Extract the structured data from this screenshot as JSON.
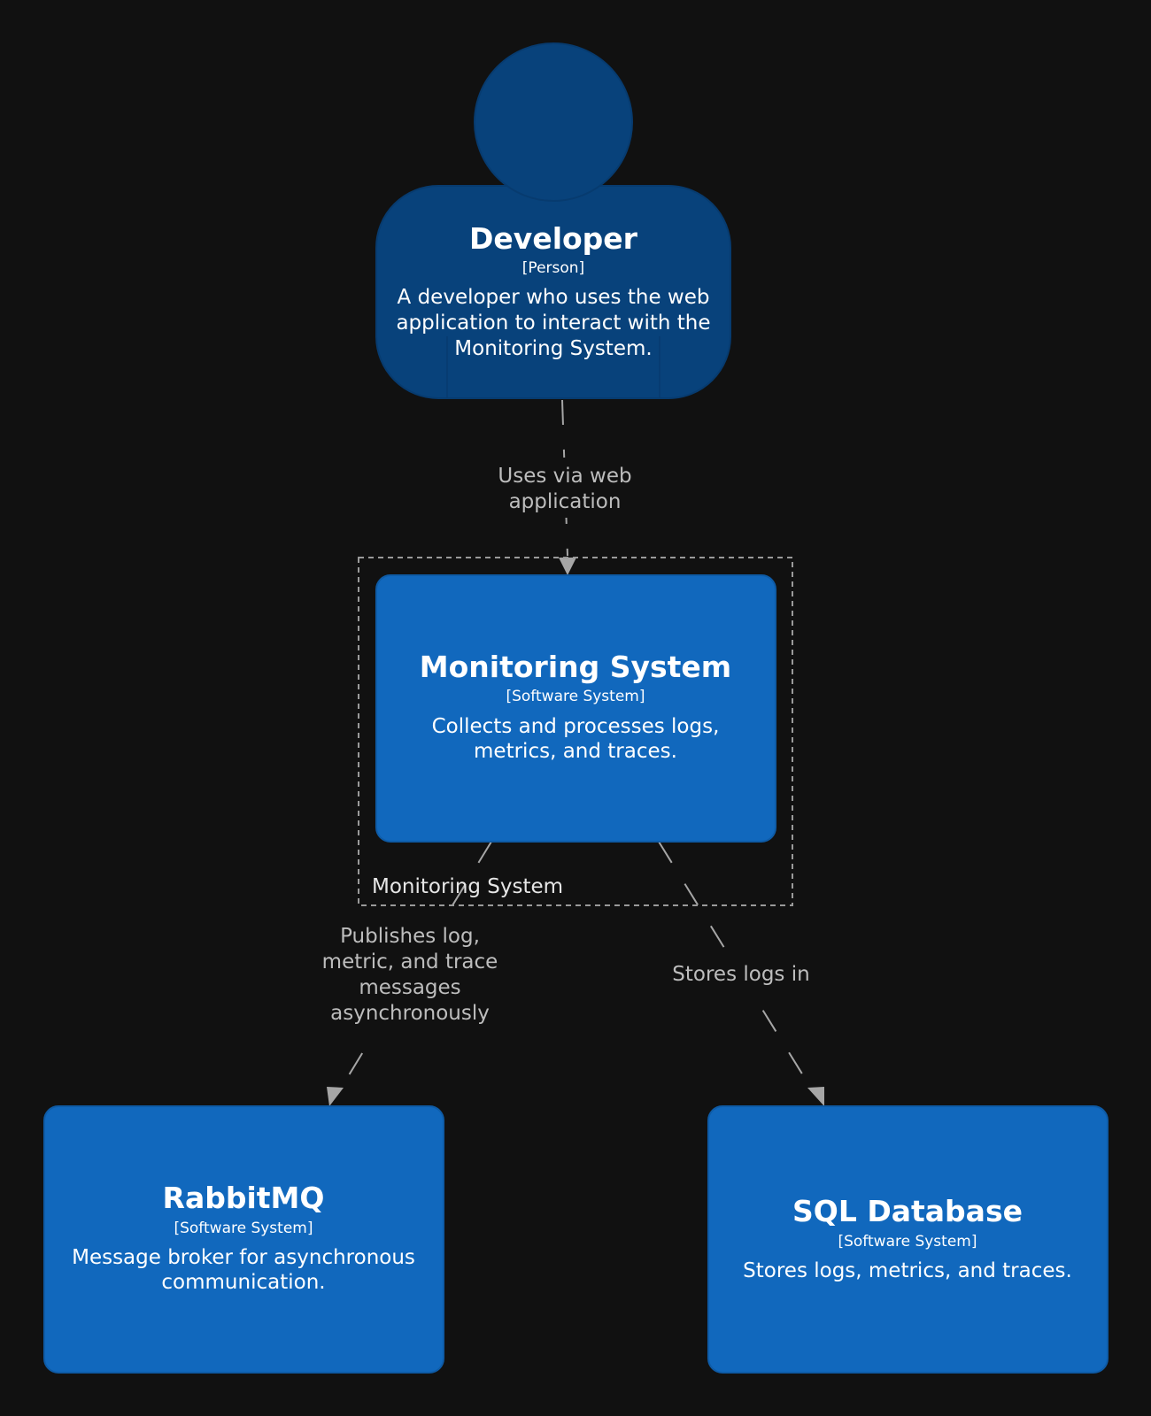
{
  "colors": {
    "background": "#111111",
    "person": "#08427b",
    "person_stroke": "#073b6f",
    "system": "#1168bd",
    "system_stroke": "#0e5ba6",
    "edge": "#a6a6a6",
    "edge_label": "#bdbdbd",
    "boundary": "#9a9a9a",
    "text": "#ffffff"
  },
  "nodes": {
    "developer": {
      "title": "Developer",
      "type": "[Person]",
      "description": [
        "A developer who uses the web",
        "application to interact with the",
        "Monitoring System."
      ]
    },
    "monitoring": {
      "title": "Monitoring System",
      "type": "[Software System]",
      "description": [
        "Collects and processes logs,",
        "metrics, and traces."
      ]
    },
    "rabbitmq": {
      "title": "RabbitMQ",
      "type": "[Software System]",
      "description": [
        "Message broker for asynchronous",
        "communication."
      ]
    },
    "sqldb": {
      "title": "SQL Database",
      "type": "[Software System]",
      "description": [
        "Stores logs, metrics, and traces."
      ]
    }
  },
  "boundary": {
    "label": "Monitoring System"
  },
  "edges": {
    "uses": {
      "label": [
        "Uses via web",
        "application"
      ]
    },
    "publishes": {
      "label": [
        "Publishes log,",
        "metric, and trace",
        "messages",
        "asynchronously"
      ]
    },
    "stores": {
      "label": [
        "Stores logs in"
      ]
    }
  }
}
